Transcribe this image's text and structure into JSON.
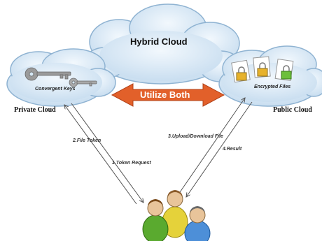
{
  "clouds": {
    "hybrid": {
      "title": "Hybrid Cloud"
    },
    "private": {
      "title": "Private Cloud",
      "caption": "Convergent Keys"
    },
    "public": {
      "title": "Public Cloud",
      "caption": "Encrypted Files"
    }
  },
  "banner": {
    "label": "Utilize Both",
    "color": "#e2602a"
  },
  "flows": {
    "file_token": "2.File Token",
    "token_request": "1.Token Request",
    "upload_download": "3.Upload/Download File",
    "result": "4.Result"
  },
  "users": {
    "icon": "user-group-icon"
  },
  "colors": {
    "cloud_fill": "#d6e8f5",
    "cloud_stroke": "#8fb3d2",
    "arrow": "#555555"
  }
}
